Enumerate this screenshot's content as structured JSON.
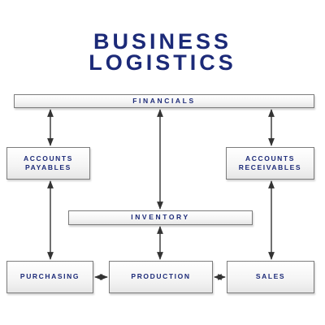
{
  "title": {
    "line1": "BUSINESS",
    "line2": "LOGISTICS"
  },
  "nodes": {
    "financials": "FINANCIALS",
    "accounts_payables": "ACCOUNTS\nPAYABLES",
    "accounts_receivables": "ACCOUNTS\nRECEIVABLES",
    "inventory": "INVENTORY",
    "purchasing": "PURCHASING",
    "production": "PRODUCTION",
    "sales": "SALES"
  },
  "colors": {
    "title": "#1c2a78",
    "connector": "#333333"
  }
}
